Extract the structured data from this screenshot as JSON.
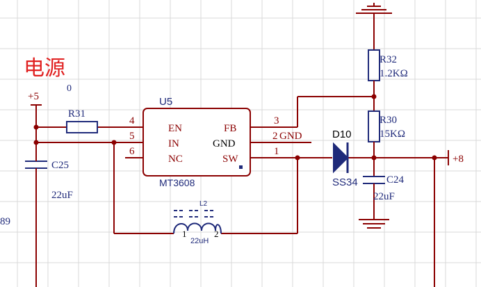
{
  "title": "电源",
  "stray": {
    "zero": "0",
    "left_number": "89"
  },
  "nets": {
    "vin": "+5",
    "vout": "+8"
  },
  "u5": {
    "ref": "U5",
    "part": "MT3608",
    "pins": [
      {
        "num": "4",
        "name": "EN"
      },
      {
        "num": "5",
        "name": "IN"
      },
      {
        "num": "6",
        "name": "NC"
      },
      {
        "num": "3",
        "name": "FB"
      },
      {
        "num": "2",
        "name": "GND",
        "net": "GND"
      },
      {
        "num": "1",
        "name": "SW"
      }
    ]
  },
  "r31": {
    "ref": "R31"
  },
  "c25": {
    "ref": "C25",
    "value": "22uF"
  },
  "l2": {
    "ref": "L2",
    "value": "22uH",
    "pin1": "1",
    "pin2": "2"
  },
  "d10": {
    "ref": "D10",
    "part": "SS34"
  },
  "r32": {
    "ref": "R32",
    "value": "1.2KΩ"
  },
  "r30": {
    "ref": "R30",
    "value": "15KΩ"
  },
  "c24": {
    "ref": "C24",
    "value": "22uF"
  },
  "colors": {
    "wire": "#8b0000",
    "body": "#1f2a7a",
    "title": "#e02020",
    "label": "#1f2a7a"
  }
}
